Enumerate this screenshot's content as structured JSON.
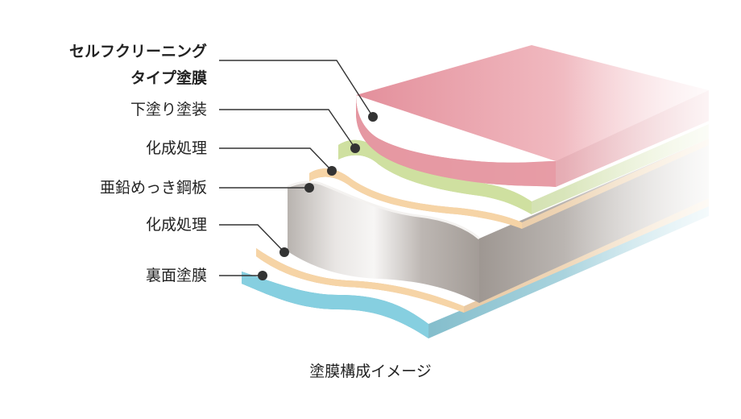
{
  "diagram": {
    "labels": {
      "top_coat_line1": "セルフクリーニング",
      "top_coat_line2": "タイプ塗膜",
      "undercoat": "下塗り塗装",
      "chem1": "化成処理",
      "steel": "亜鉛めっき鋼板",
      "chem2": "化成処理",
      "back": "裏面塗膜"
    },
    "caption": "塗膜構成イメージ",
    "colors": {
      "top_coat": "#e79aa4",
      "undercoat": "#cfe0a0",
      "chem": "#f6d4a6",
      "steel": "#d9d6d4",
      "back_coat": "#86cfe0",
      "leader": "#333333"
    }
  }
}
